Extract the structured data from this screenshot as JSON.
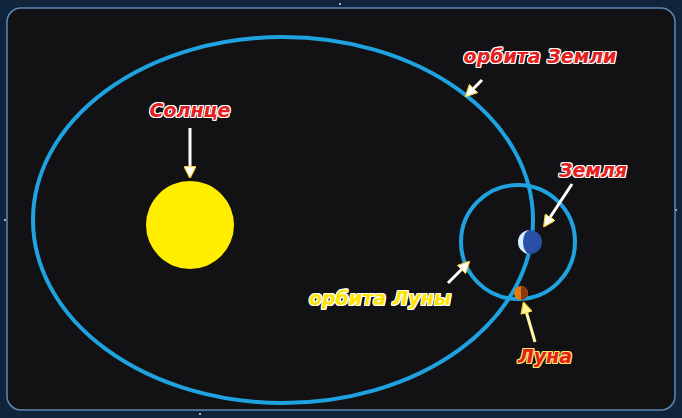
{
  "diagram": {
    "labels": [
      "орбита Земли",
      "Солнце",
      "Земля",
      "орбита Луны",
      "Луна"
    ]
  }
}
